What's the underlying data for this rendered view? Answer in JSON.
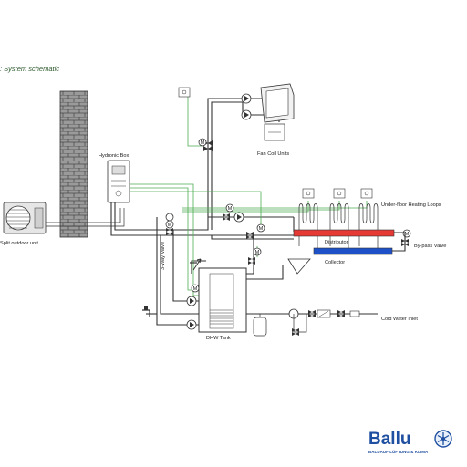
{
  "diagram": {
    "title": ": System schematic",
    "labels": {
      "outdoor_unit": "Split outdoor unit",
      "hydronic_box": "Hydronic Box",
      "fan_coil_units": "Fan Coil Units",
      "underfloor_loops": "Under-floor Heating Loops",
      "distributor": "Distributor",
      "collector": "Collector",
      "bypass_valve": "By-pass Valve",
      "three_way_valve": "3-Way Valve",
      "dhw_tank": "DHW Tank",
      "cold_water_inlet": "Cold Water Inlet"
    },
    "valve_marks": {
      "m": "M"
    },
    "colors": {
      "signal_line": "#4caf50",
      "distributor": "#e53935",
      "collector": "#1e50c8",
      "brick": "#8c8c8c",
      "brand": "#1f4fa0"
    }
  },
  "brand": {
    "name": "Ballu",
    "subtitle": "BALDAUF LÜFTUNG & KLIMA",
    "logo_icon": "snowflake-fan-icon"
  }
}
